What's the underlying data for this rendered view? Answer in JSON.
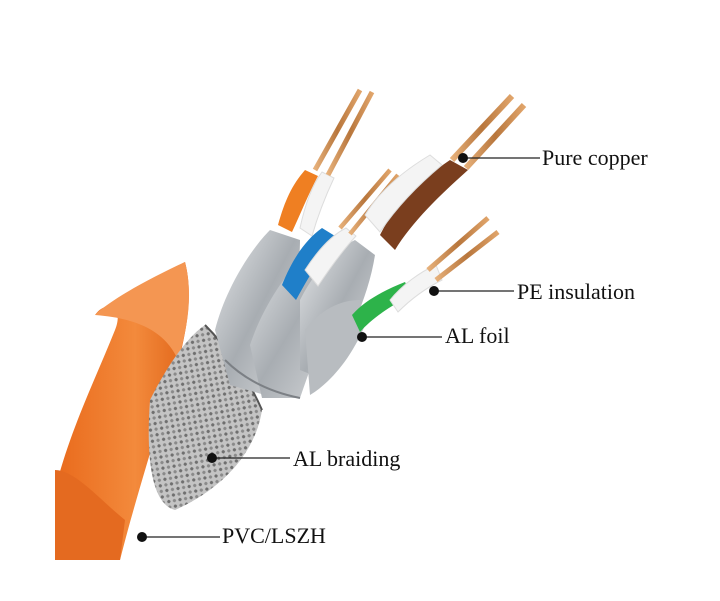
{
  "labels": {
    "pure_copper": "Pure copper",
    "pe_insulation": "PE insulation",
    "al_foil": "AL foil",
    "al_braiding": "AL braiding",
    "pvc_lszh": "PVC/LSZH"
  },
  "colors": {
    "jacket": "#f07a2c",
    "jacket_dark": "#d85e16",
    "braid": "#b9b9b9",
    "foil": "#c9ccd0",
    "copper": "#c98a4c",
    "wire_orange": "#ef7f22",
    "wire_blue": "#1f7fc9",
    "wire_brown": "#7a3e1e",
    "wire_green": "#2db34a",
    "wire_white": "#f4f4f4"
  }
}
